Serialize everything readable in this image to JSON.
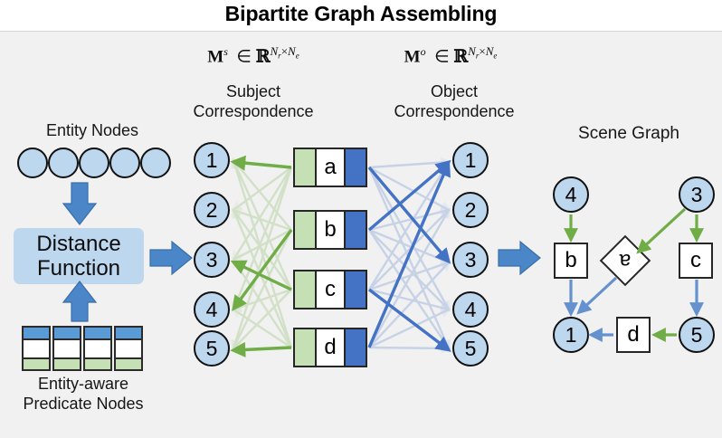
{
  "title": "Bipartite Graph Assembling",
  "colors": {
    "panel_bg": "#f1f1f1",
    "node_fill": "#bdd7ee",
    "subject_green": "#70ad47",
    "object_blue": "#4472c4",
    "predicate_green_tab": "#c5e0b4",
    "predicate_blue_tab": "#4472c4",
    "arrow_blue": "#4a86c8",
    "distance_box": "#bdd7ee",
    "outline": "#262626"
  },
  "headers": {
    "subject_matrix": "M^s ∈ ℝ^{N_r × N_e}",
    "subject_matrix_parts": {
      "symbol": "M",
      "super": "s",
      "set": "ℝ",
      "dims": "N_r × N_e"
    },
    "object_matrix": "M^o ∈ ℝ^{N_r × N_e}",
    "object_matrix_parts": {
      "symbol": "M",
      "super": "o",
      "set": "ℝ",
      "dims": "N_r × N_e"
    },
    "subject_caption_line1": "Subject",
    "subject_caption_line2": "Correspondence",
    "object_caption_line1": "Object",
    "object_caption_line2": "Correspondence",
    "scene_graph_caption": "Scene Graph"
  },
  "left_panel": {
    "entity_nodes_label": "Entity Nodes",
    "entity_node_count": 5,
    "distance_function_line1": "Distance",
    "distance_function_line2": "Function",
    "predicate_nodes_label_line1": "Entity-aware",
    "predicate_nodes_label_line2": "Predicate Nodes",
    "predicate_node_count": 4
  },
  "subject_nodes": [
    "1",
    "2",
    "3",
    "4",
    "5"
  ],
  "object_nodes": [
    "1",
    "2",
    "3",
    "4",
    "5"
  ],
  "predicates": [
    "a",
    "b",
    "c",
    "d"
  ],
  "subject_assignments": [
    {
      "predicate": "a",
      "node": "1"
    },
    {
      "predicate": "b",
      "node": "4"
    },
    {
      "predicate": "c",
      "node": "3"
    },
    {
      "predicate": "d",
      "node": "5"
    }
  ],
  "object_assignments": [
    {
      "predicate": "a",
      "node": "3"
    },
    {
      "predicate": "b",
      "node": "1"
    },
    {
      "predicate": "c",
      "node": "5"
    },
    {
      "predicate": "d",
      "node": "1"
    }
  ],
  "scene_graph": {
    "entity_nodes": [
      "4",
      "3",
      "1",
      "5"
    ],
    "predicate_nodes": [
      "b",
      "a",
      "c",
      "d"
    ],
    "triples": [
      {
        "subject": "4",
        "predicate": "b",
        "object": "1"
      },
      {
        "subject": "3",
        "predicate": "a",
        "object": "1"
      },
      {
        "subject": "3",
        "predicate": "c",
        "object": "5"
      },
      {
        "subject": "5",
        "predicate": "d",
        "object": "1"
      }
    ]
  }
}
